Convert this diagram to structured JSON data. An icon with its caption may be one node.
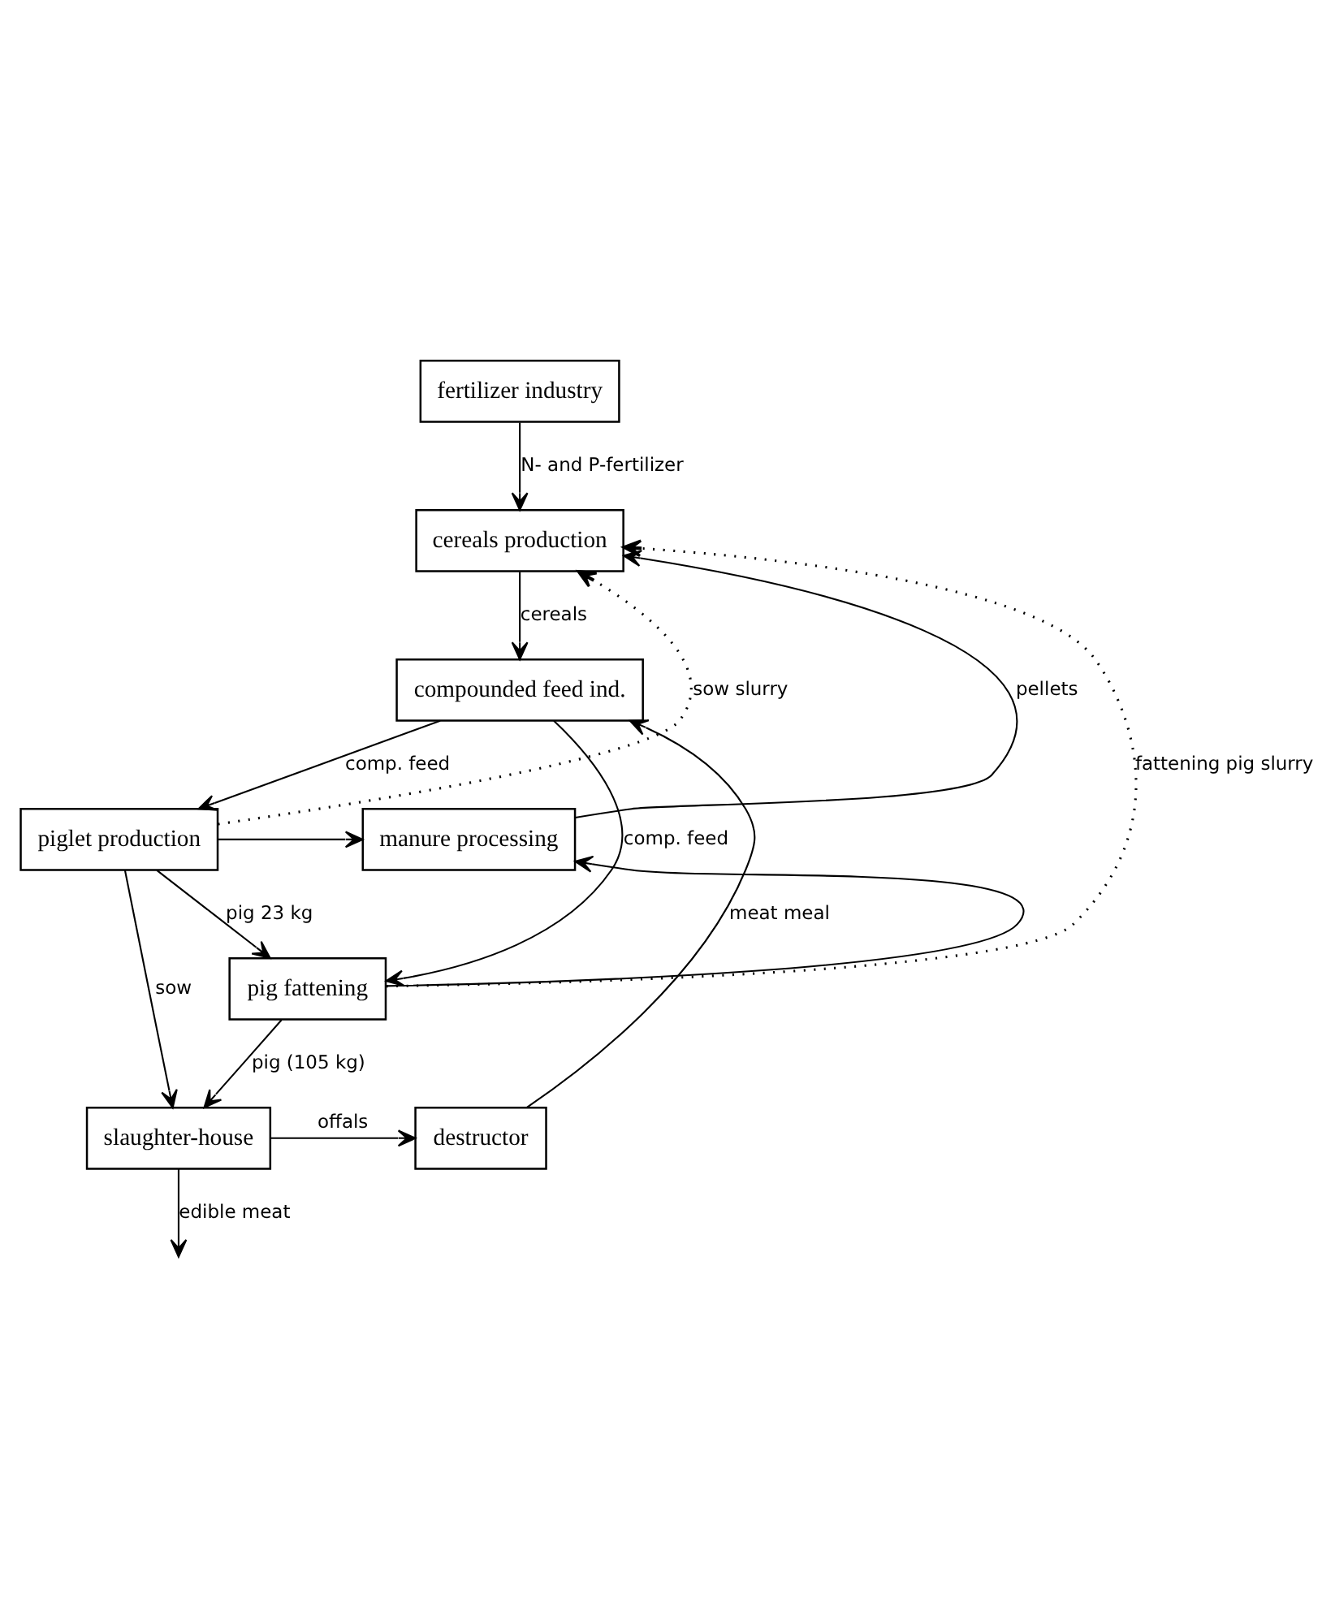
{
  "diagram": {
    "nodes": [
      {
        "text": [
          "fertilizer industry"
        ]
      },
      {
        "text": [
          "cereals production"
        ]
      },
      {
        "text": [
          "compounded feed ind."
        ]
      },
      {
        "text": [
          "piglet production"
        ]
      },
      {
        "text": [
          "manure processing"
        ]
      },
      {
        "text": [
          "pig fattening"
        ]
      },
      {
        "text": [
          "destructor"
        ]
      },
      {
        "text": [
          "slaughter-house"
        ]
      }
    ],
    "edges": [
      {
        "from": 0,
        "to": 1,
        "arrow": "to",
        "label": "N- and P-fertilizer"
      },
      {
        "from": 5,
        "to": 1,
        "arrow": "to",
        "label": "fattening pig slurry",
        "style": "dashed"
      },
      {
        "from": 4,
        "to": 1,
        "arrow": "to",
        "label": "pellets"
      },
      {
        "from": 3,
        "to": 1,
        "arrow": "to",
        "label": "sow slurry",
        "style": "dashed"
      },
      {
        "from": 1,
        "to": 2,
        "arrow": "to",
        "label": "cereals"
      },
      {
        "from": 6,
        "to": 2,
        "arrow": "to",
        "label": "meat meal"
      },
      {
        "from": 2,
        "to": 3,
        "arrow": "to",
        "label": "comp. feed"
      },
      {
        "from": 2,
        "to": 5,
        "arrow": "to",
        "label": "comp. feed"
      },
      {
        "from": 3,
        "to": 4,
        "arrow": "to"
      },
      {
        "from": 5,
        "to": 4,
        "arrow": "to"
      },
      {
        "from": 3,
        "to": 5,
        "arrow": "to",
        "label": "pig 23 kg"
      },
      {
        "from": 3,
        "to": 7,
        "arrow": "to",
        "label": "sow"
      },
      {
        "from": 5,
        "to": 7,
        "arrow": "to",
        "label": "pig (105 kg)"
      },
      {
        "from": 7,
        "to": 6,
        "arrow": "to",
        "label": "offals"
      },
      {
        "from": 7,
        "to": null,
        "arrow": "to",
        "label": "edible meat"
      }
    ]
  }
}
